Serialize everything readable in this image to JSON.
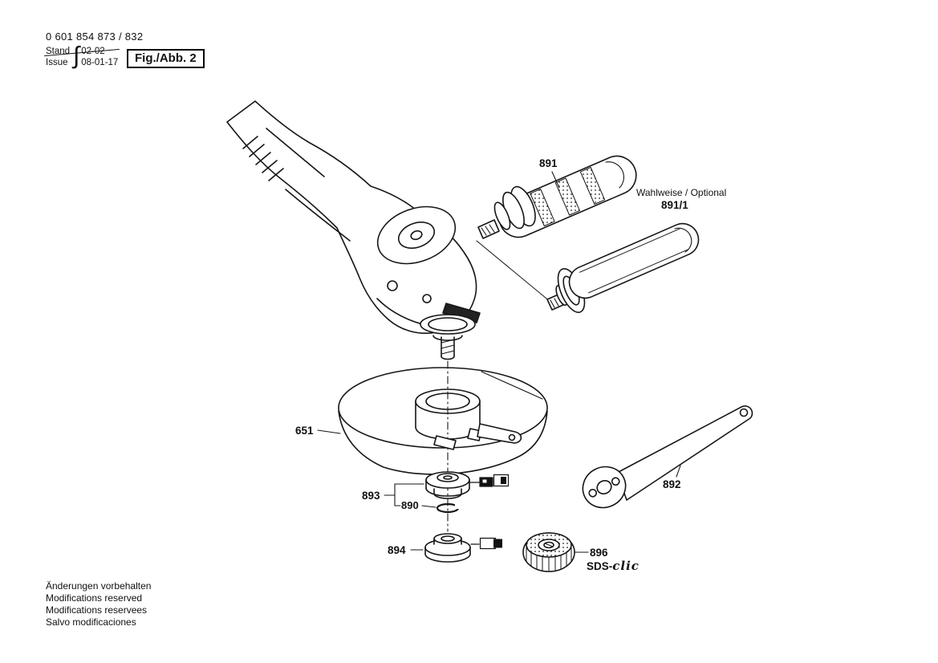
{
  "doc": {
    "part_number": "0 601 854 873 / 832",
    "revision": {
      "stand_label": "Stand",
      "stand_value": "02-02",
      "issue_label": "Issue",
      "issue_value": "08-01-17",
      "brace": "∫"
    },
    "figure_label": "Fig./Abb. 2"
  },
  "parts": {
    "handle": "891",
    "optional_note": "Wahlweise / Optional",
    "optional_handle": "891/1",
    "guard": "651",
    "mounting_flange": "893",
    "o_ring": "890",
    "backing_flange": "894",
    "pin_wrench": "892",
    "clamping_nut": "896",
    "nut_brand_prefix": "SDS-",
    "nut_brand_suffix": "clic"
  },
  "footer": {
    "lines": [
      "Änderungen vorbehalten",
      "Modifications reserved",
      "Modifications reservees",
      "Salvo modificaciones"
    ]
  }
}
